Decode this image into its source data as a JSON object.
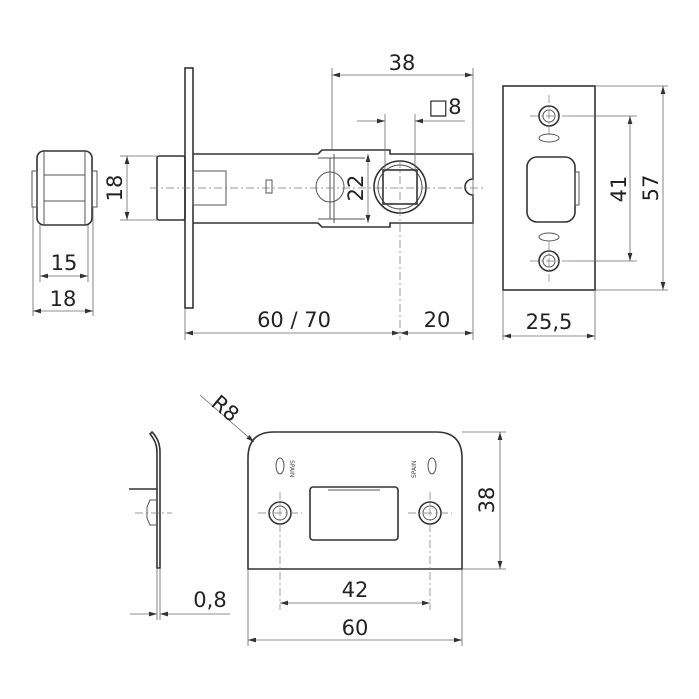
{
  "dimensions": {
    "end_inner_width": "15",
    "end_outer_width": "18",
    "bolt_height": "18",
    "backset": "60 / 70",
    "follower_offset": "20",
    "case_to_follower": "38",
    "square_spindle": "□8",
    "case_height": "22",
    "faceplate_width": "25,5",
    "faceplate_hole_spacing": "41",
    "faceplate_height": "57",
    "corner_radius": "R8",
    "strike_height": "38",
    "strike_hole_spacing": "42",
    "strike_width": "60",
    "strike_thickness": "0,8"
  },
  "strike_marking": "SPAIN",
  "line_color": "#333333"
}
